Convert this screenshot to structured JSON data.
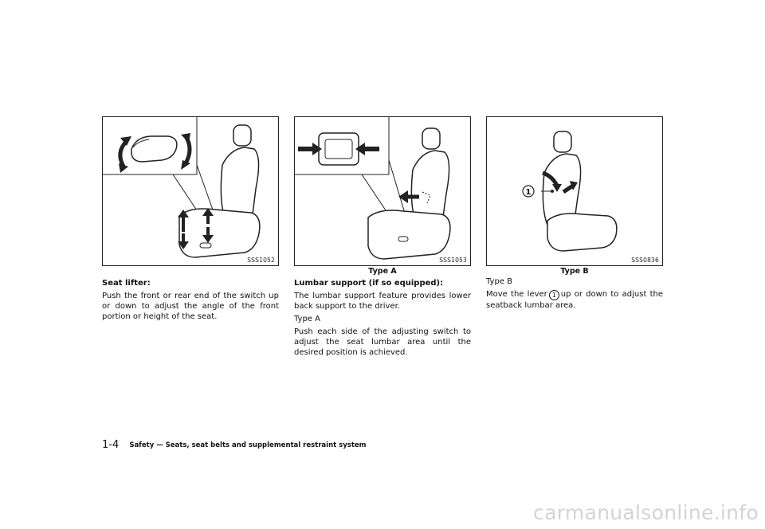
{
  "column1": {
    "figure_code": "SSS1052",
    "caption": "",
    "heading": "Seat lifter:",
    "paragraphs": [
      "Push the front or rear end of the switch up or down to adjust the angle of the front portion or height of the seat."
    ]
  },
  "column2": {
    "figure_code": "SSS1053",
    "caption": "Type A",
    "heading": "Lumbar support (if so equipped):",
    "paragraphs": [
      "The lumbar support feature provides lower back support to the driver.",
      "Type A",
      "Push each side of the adjusting switch to adjust the seat lumbar area until the desired position is achieved."
    ]
  },
  "column3": {
    "figure_code": "SSS0836",
    "caption": "Type B",
    "callout": "1",
    "subheading": "Type B",
    "text_before": "Move the lever",
    "text_after": "up or down to adjust the seatback lumbar area."
  },
  "footer": {
    "page_number": "1-4",
    "section_title": "Safety — Seats, seat belts and supplemental restraint system"
  },
  "watermark": "carmanualsonline.info"
}
